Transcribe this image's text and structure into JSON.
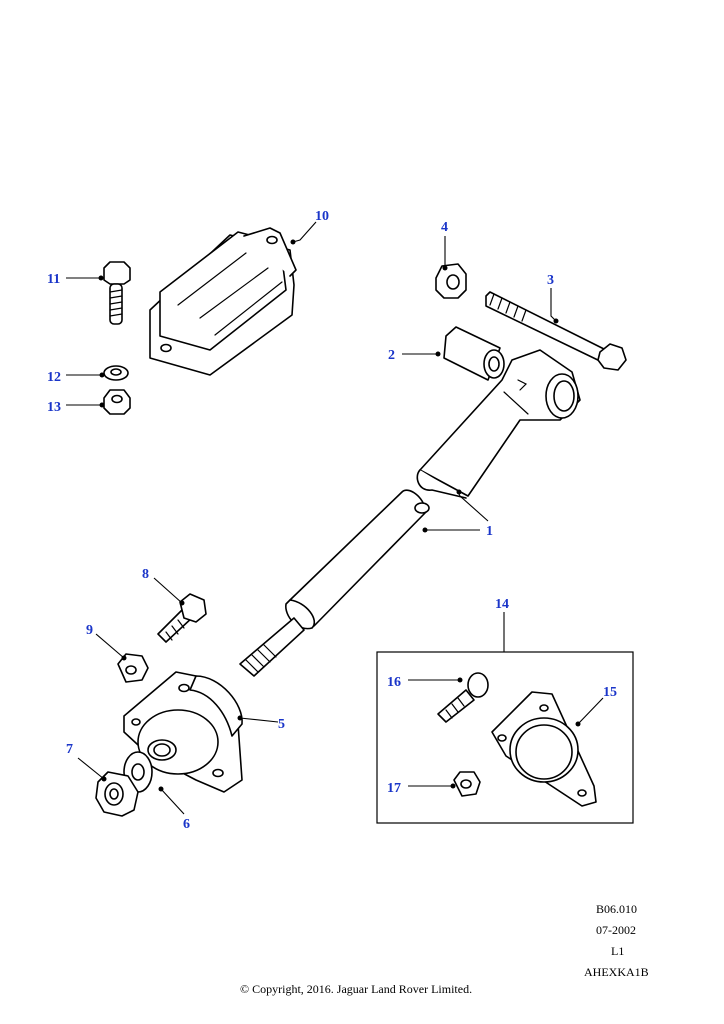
{
  "colors": {
    "callout": "#1a35c9",
    "line": "#000000",
    "background": "#ffffff"
  },
  "callouts": {
    "c1": "1",
    "c2": "2",
    "c3": "3",
    "c4": "4",
    "c5": "5",
    "c6": "6",
    "c7": "7",
    "c8": "8",
    "c9": "9",
    "c10": "10",
    "c11": "11",
    "c12": "12",
    "c13": "13",
    "c14": "14",
    "c15": "15",
    "c16": "16",
    "c17": "17"
  },
  "footer": {
    "ref": "B06.010",
    "date": "07-2002",
    "level": "L1",
    "code": "AHEXKA1B",
    "copyright": "© Copyright, 2016. Jaguar Land Rover Limited."
  }
}
